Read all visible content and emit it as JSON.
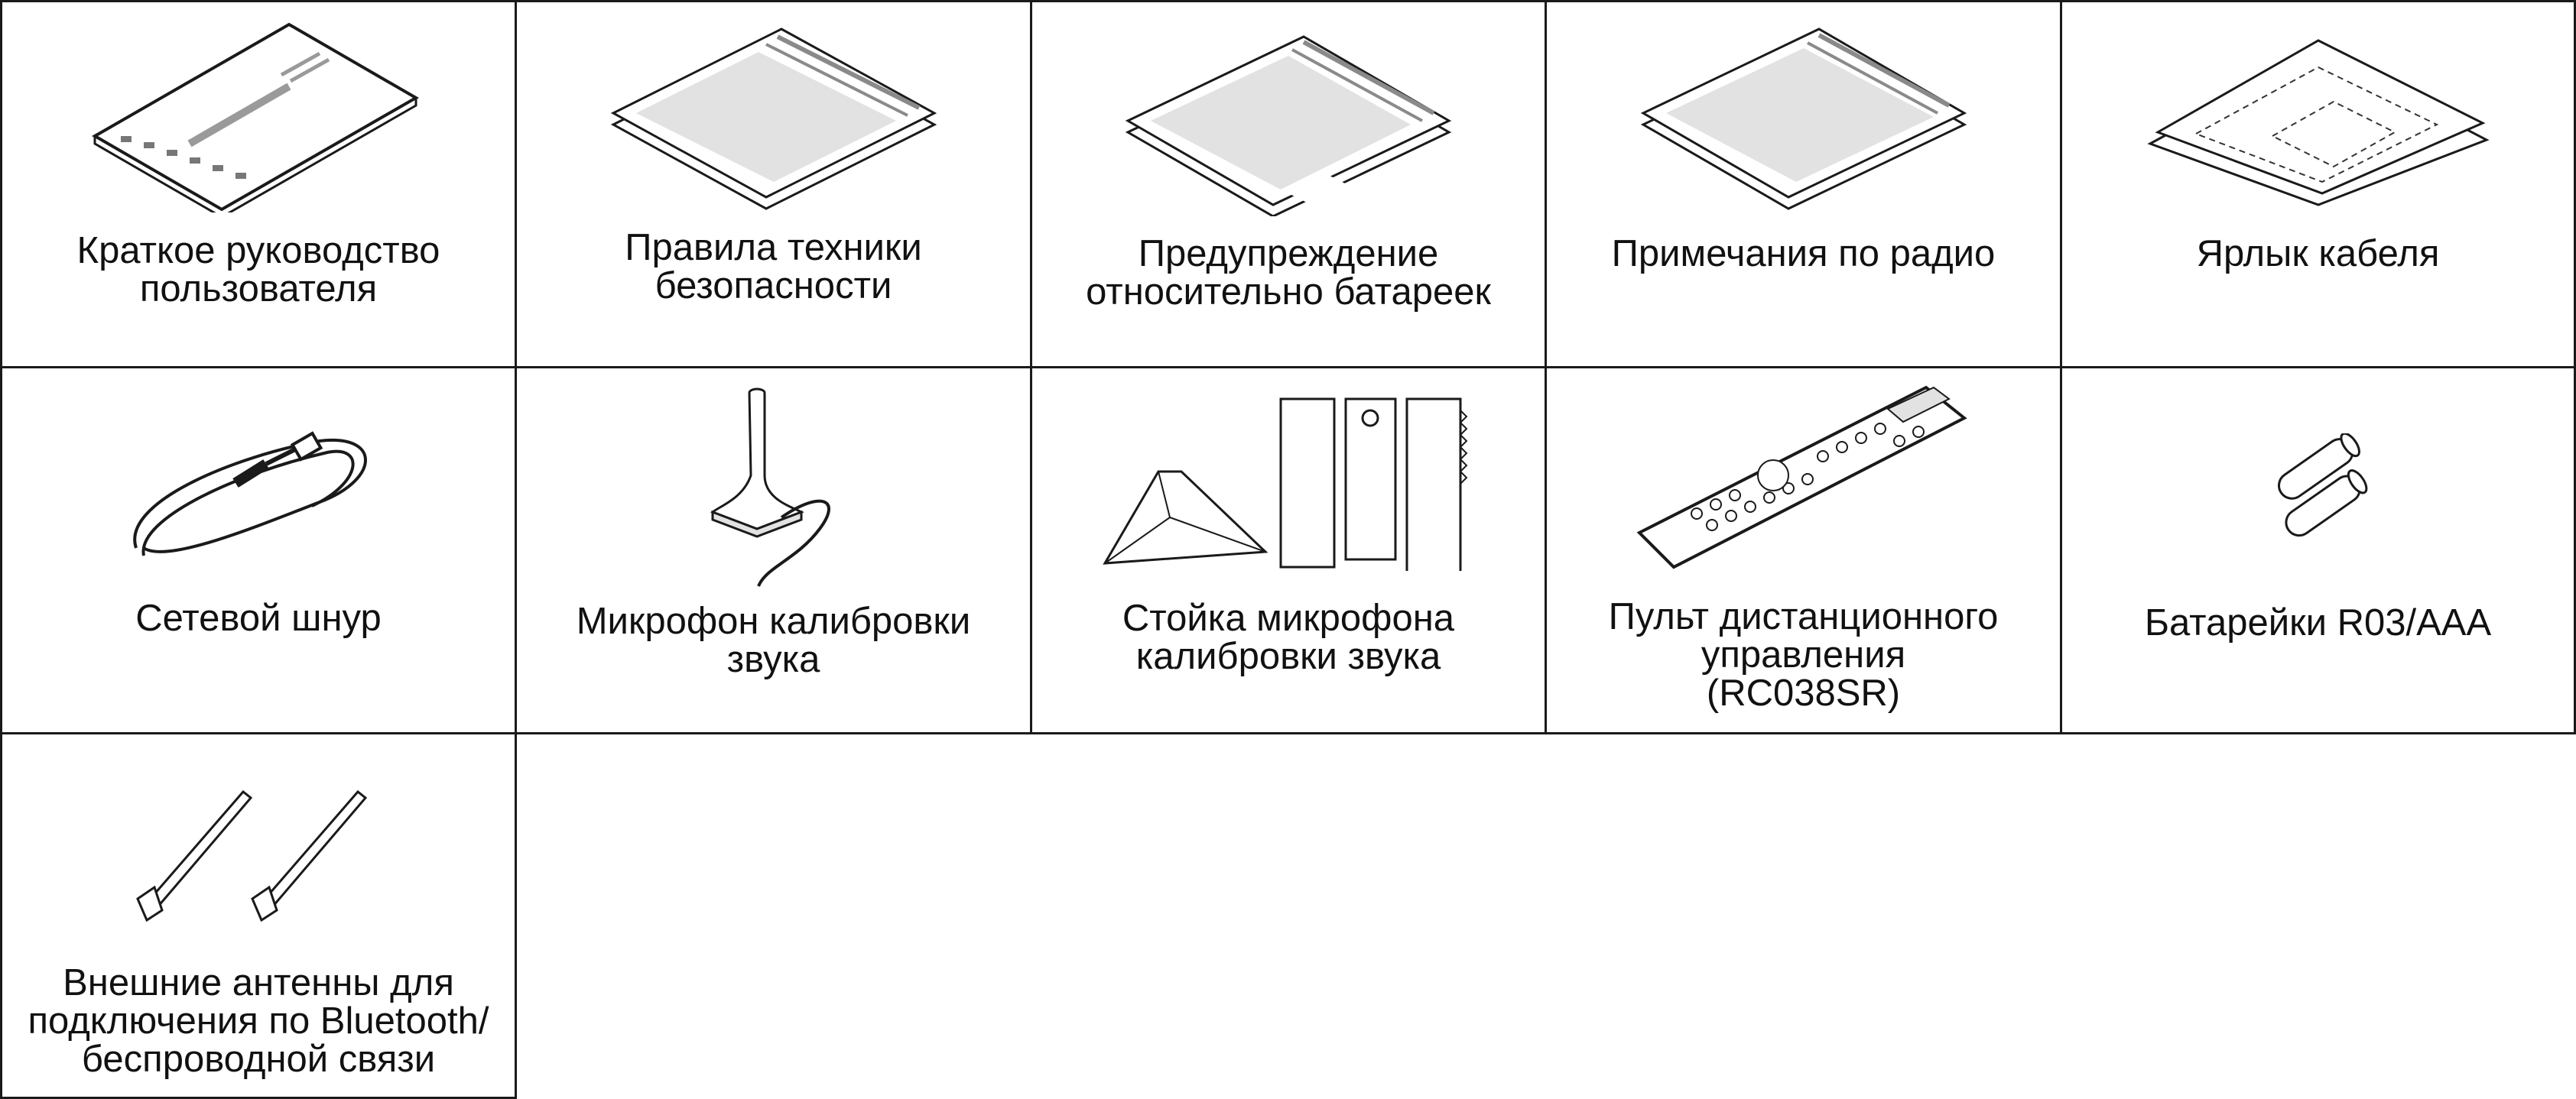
{
  "accessories": [
    {
      "id": "quick-guide",
      "label": "Краткое руководство\nпользователя",
      "icon": "booklet-icon"
    },
    {
      "id": "safety",
      "label": "Правила техники\nбезопасности",
      "icon": "document-icon"
    },
    {
      "id": "battery-warning",
      "label": "Предупреждение\nотносительно батареек",
      "icon": "document-icon"
    },
    {
      "id": "radio-notes",
      "label": "Примечания по радио",
      "icon": "document-icon"
    },
    {
      "id": "cable-label",
      "label": "Ярлык кабеля",
      "icon": "label-sheet-icon"
    },
    {
      "id": "power-cord",
      "label": "Сетевой шнур",
      "icon": "power-cord-icon"
    },
    {
      "id": "mic",
      "label": "Микрофон калибровки\nзвука",
      "icon": "microphone-icon"
    },
    {
      "id": "mic-stand",
      "label": "Стойка микрофона\nкалибровки звука",
      "icon": "mic-stand-icon"
    },
    {
      "id": "remote",
      "label": "Пульт дистанционного\nуправления\n(RC038SR)",
      "icon": "remote-control-icon"
    },
    {
      "id": "batteries",
      "label": "Батарейки R03/AAA",
      "icon": "batteries-icon"
    },
    {
      "id": "antennas",
      "label": "Внешние антенны для\nподключения по Bluetooth/\nбеспроводной связи",
      "icon": "antenna-icon"
    }
  ],
  "colors": {
    "line": "#1a1a1a",
    "sheet_fill": "#e2e2e2",
    "sheet_bar": "#8a8a8a"
  }
}
